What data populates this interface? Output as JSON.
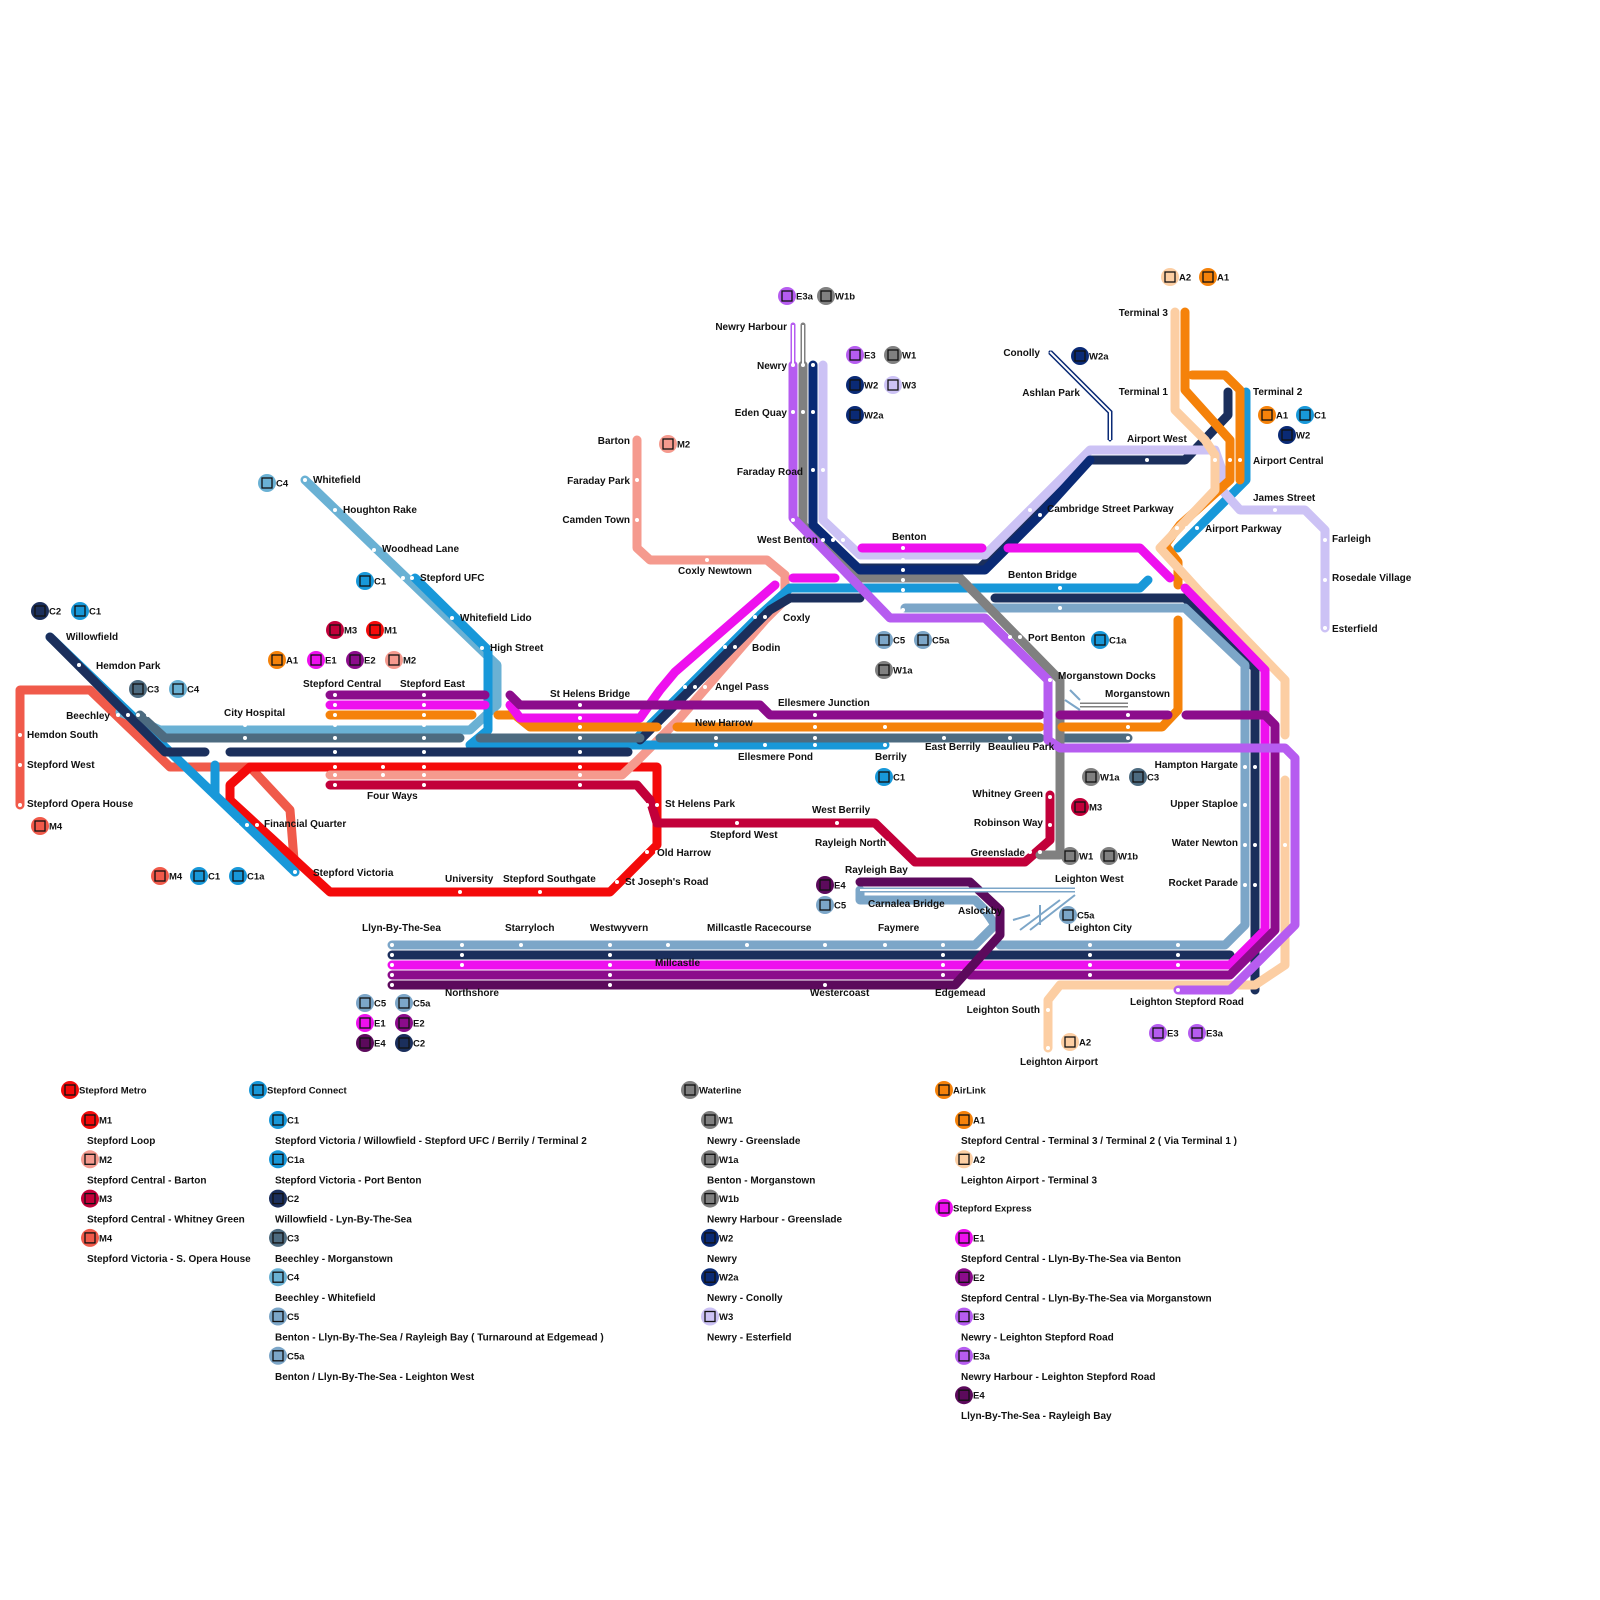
{
  "colors": {
    "M1": "#f40a0a",
    "M2": "#f59a8e",
    "M3": "#c2003a",
    "M4": "#f05a4a",
    "C1": "#1898d9",
    "C1a": "#1898d9",
    "C2": "#1b2f5c",
    "C3": "#4d6b80",
    "C4": "#6ab1d4",
    "C5": "#7ca6c8",
    "C5a": "#7ca6c8",
    "W1": "#808080",
    "W1a": "#808080",
    "W1b": "#808080",
    "W2": "#0a2a75",
    "W2a": "#0a2a75",
    "W3": "#ccc2f5",
    "A1": "#f5820a",
    "A2": "#fcceA3",
    "E1": "#ee10ee",
    "E2": "#8c0c8c",
    "E3": "#b65cf0",
    "E3a": "#b65cf0",
    "E4": "#5c0a5c",
    "SM": "#f40a0a",
    "SC": "#1898d9",
    "WL": "#808080",
    "AL": "#f5820a",
    "SE": "#ee10ee"
  },
  "stations": [
    "Newry Harbour",
    "Newry",
    "Eden Quay",
    "Faraday Road",
    "West Benton",
    "Benton",
    "Conolly",
    "Ashlan Park",
    "Terminal 3",
    "Terminal 1",
    "Terminal 2",
    "Airport West",
    "Airport Central",
    "James Street",
    "Airport Parkway",
    "Farleigh",
    "Rosedale Village",
    "Esterfield",
    "Cambridge Street Parkway",
    "Barton",
    "Faraday Park",
    "Camden Town",
    "Coxly Newtown",
    "Whitefield",
    "Houghton Rake",
    "Woodhead Lane",
    "Stepford UFC",
    "Whitefield Lido",
    "High Street",
    "Willowfield",
    "Hemdon Park",
    "Beechley",
    "Hemdon South",
    "Stepford West",
    "Stepford Opera House",
    "City Hospital",
    "Stepford Central",
    "Stepford East",
    "St Helens Bridge",
    "Angel Pass",
    "Bodin",
    "Coxly",
    "Benton Bridge",
    "Port Benton",
    "Morganstown Docks",
    "Morganstown",
    "Ellesmere Junction",
    "New Harrow",
    "Ellesmere Pond",
    "Berrily",
    "East Berrily",
    "Beaulieu Park",
    "Hampton Hargate",
    "Upper Staploe",
    "Water Newton",
    "Rocket Parade",
    "Financial Quarter",
    "Stepford Victoria",
    "Four Ways",
    "St Helens Park",
    "Stepford West",
    "West Berrily",
    "Rayleigh North",
    "Old Harrow",
    "St Joseph's Road",
    "University",
    "Stepford Southgate",
    "Whitney Green",
    "Robinson Way",
    "Greenslade",
    "Rayleigh Bay",
    "Carnalea Bridge",
    "Leighton West",
    "Aslockby",
    "Leighton City",
    "Llyn-By-The-Sea",
    "Starryloch",
    "Westwyvern",
    "Millcastle Racecourse",
    "Faymere",
    "Millcastle",
    "Northshore",
    "Westercoast",
    "Edgemead",
    "Leighton South",
    "Leighton Stepford Road",
    "Leighton Airport"
  ],
  "badges": {
    "E3a": "E3a",
    "W1b": "W1b",
    "E3": "E3",
    "W1": "W1",
    "W2": "W2",
    "W3": "W3",
    "W2a": "W2a",
    "A2": "A2",
    "A1": "A1",
    "C1": "C1",
    "C1a": "C1a",
    "C2": "C2",
    "C3": "C3",
    "C4": "C4",
    "C5": "C5",
    "C5a": "C5a",
    "M1": "M1",
    "M2": "M2",
    "M3": "M3",
    "M4": "M4",
    "E1": "E1",
    "E2": "E2",
    "E4": "E4",
    "W1a": "W1a"
  },
  "legend": {
    "groups": [
      {
        "id": "SM",
        "title": "Stepford Metro",
        "routes": [
          {
            "code": "M1",
            "desc": "Stepford Loop"
          },
          {
            "code": "M2",
            "desc": "Stepford Central - Barton"
          },
          {
            "code": "M3",
            "desc": "Stepford Central - Whitney Green"
          },
          {
            "code": "M4",
            "desc": "Stepford Victoria - S. Opera House"
          }
        ]
      },
      {
        "id": "SC",
        "title": "Stepford Connect",
        "routes": [
          {
            "code": "C1",
            "desc": "Stepford Victoria / Willowfield - Stepford UFC / Berrily / Terminal 2"
          },
          {
            "code": "C1a",
            "desc": "Stepford Victoria - Port Benton"
          },
          {
            "code": "C2",
            "desc": "Willowfield - Lyn-By-The-Sea"
          },
          {
            "code": "C3",
            "desc": "Beechley - Morganstown"
          },
          {
            "code": "C4",
            "desc": "Beechley - Whitefield"
          },
          {
            "code": "C5",
            "desc": "Benton - Llyn-By-The-Sea / Rayleigh Bay ( Turnaround at Edgemead )"
          },
          {
            "code": "C5a",
            "desc": "Benton / Llyn-By-The-Sea - Leighton West"
          }
        ]
      },
      {
        "id": "WL",
        "title": "Waterline",
        "routes": [
          {
            "code": "W1",
            "desc": "Newry - Greenslade"
          },
          {
            "code": "W1a",
            "desc": "Benton - Morganstown"
          },
          {
            "code": "W1b",
            "desc": "Newry Harbour - Greenslade"
          },
          {
            "code": "W2",
            "desc": "Newry"
          },
          {
            "code": "W2a",
            "desc": "Newry - Conolly"
          },
          {
            "code": "W3",
            "desc": "Newry - Esterfield"
          }
        ]
      },
      {
        "id": "AL",
        "title": "AirLink",
        "routes": [
          {
            "code": "A1",
            "desc": "Stepford Central - Terminal 3 / Terminal 2 ( Via Terminal 1 )"
          },
          {
            "code": "A2",
            "desc": "Leighton Airport - Terminal 3"
          }
        ]
      },
      {
        "id": "SE",
        "title": "Stepford Express",
        "routes": [
          {
            "code": "E1",
            "desc": "Stepford Central - Llyn-By-The-Sea via Benton"
          },
          {
            "code": "E2",
            "desc": "Stepford Central - Llyn-By-The-Sea via Morganstown"
          },
          {
            "code": "E3",
            "desc": "Newry - Leighton Stepford Road"
          },
          {
            "code": "E3a",
            "desc": "Newry Harbour - Leighton Stepford Road"
          },
          {
            "code": "E4",
            "desc": "Llyn-By-The-Sea - Rayleigh Bay"
          }
        ]
      }
    ]
  }
}
